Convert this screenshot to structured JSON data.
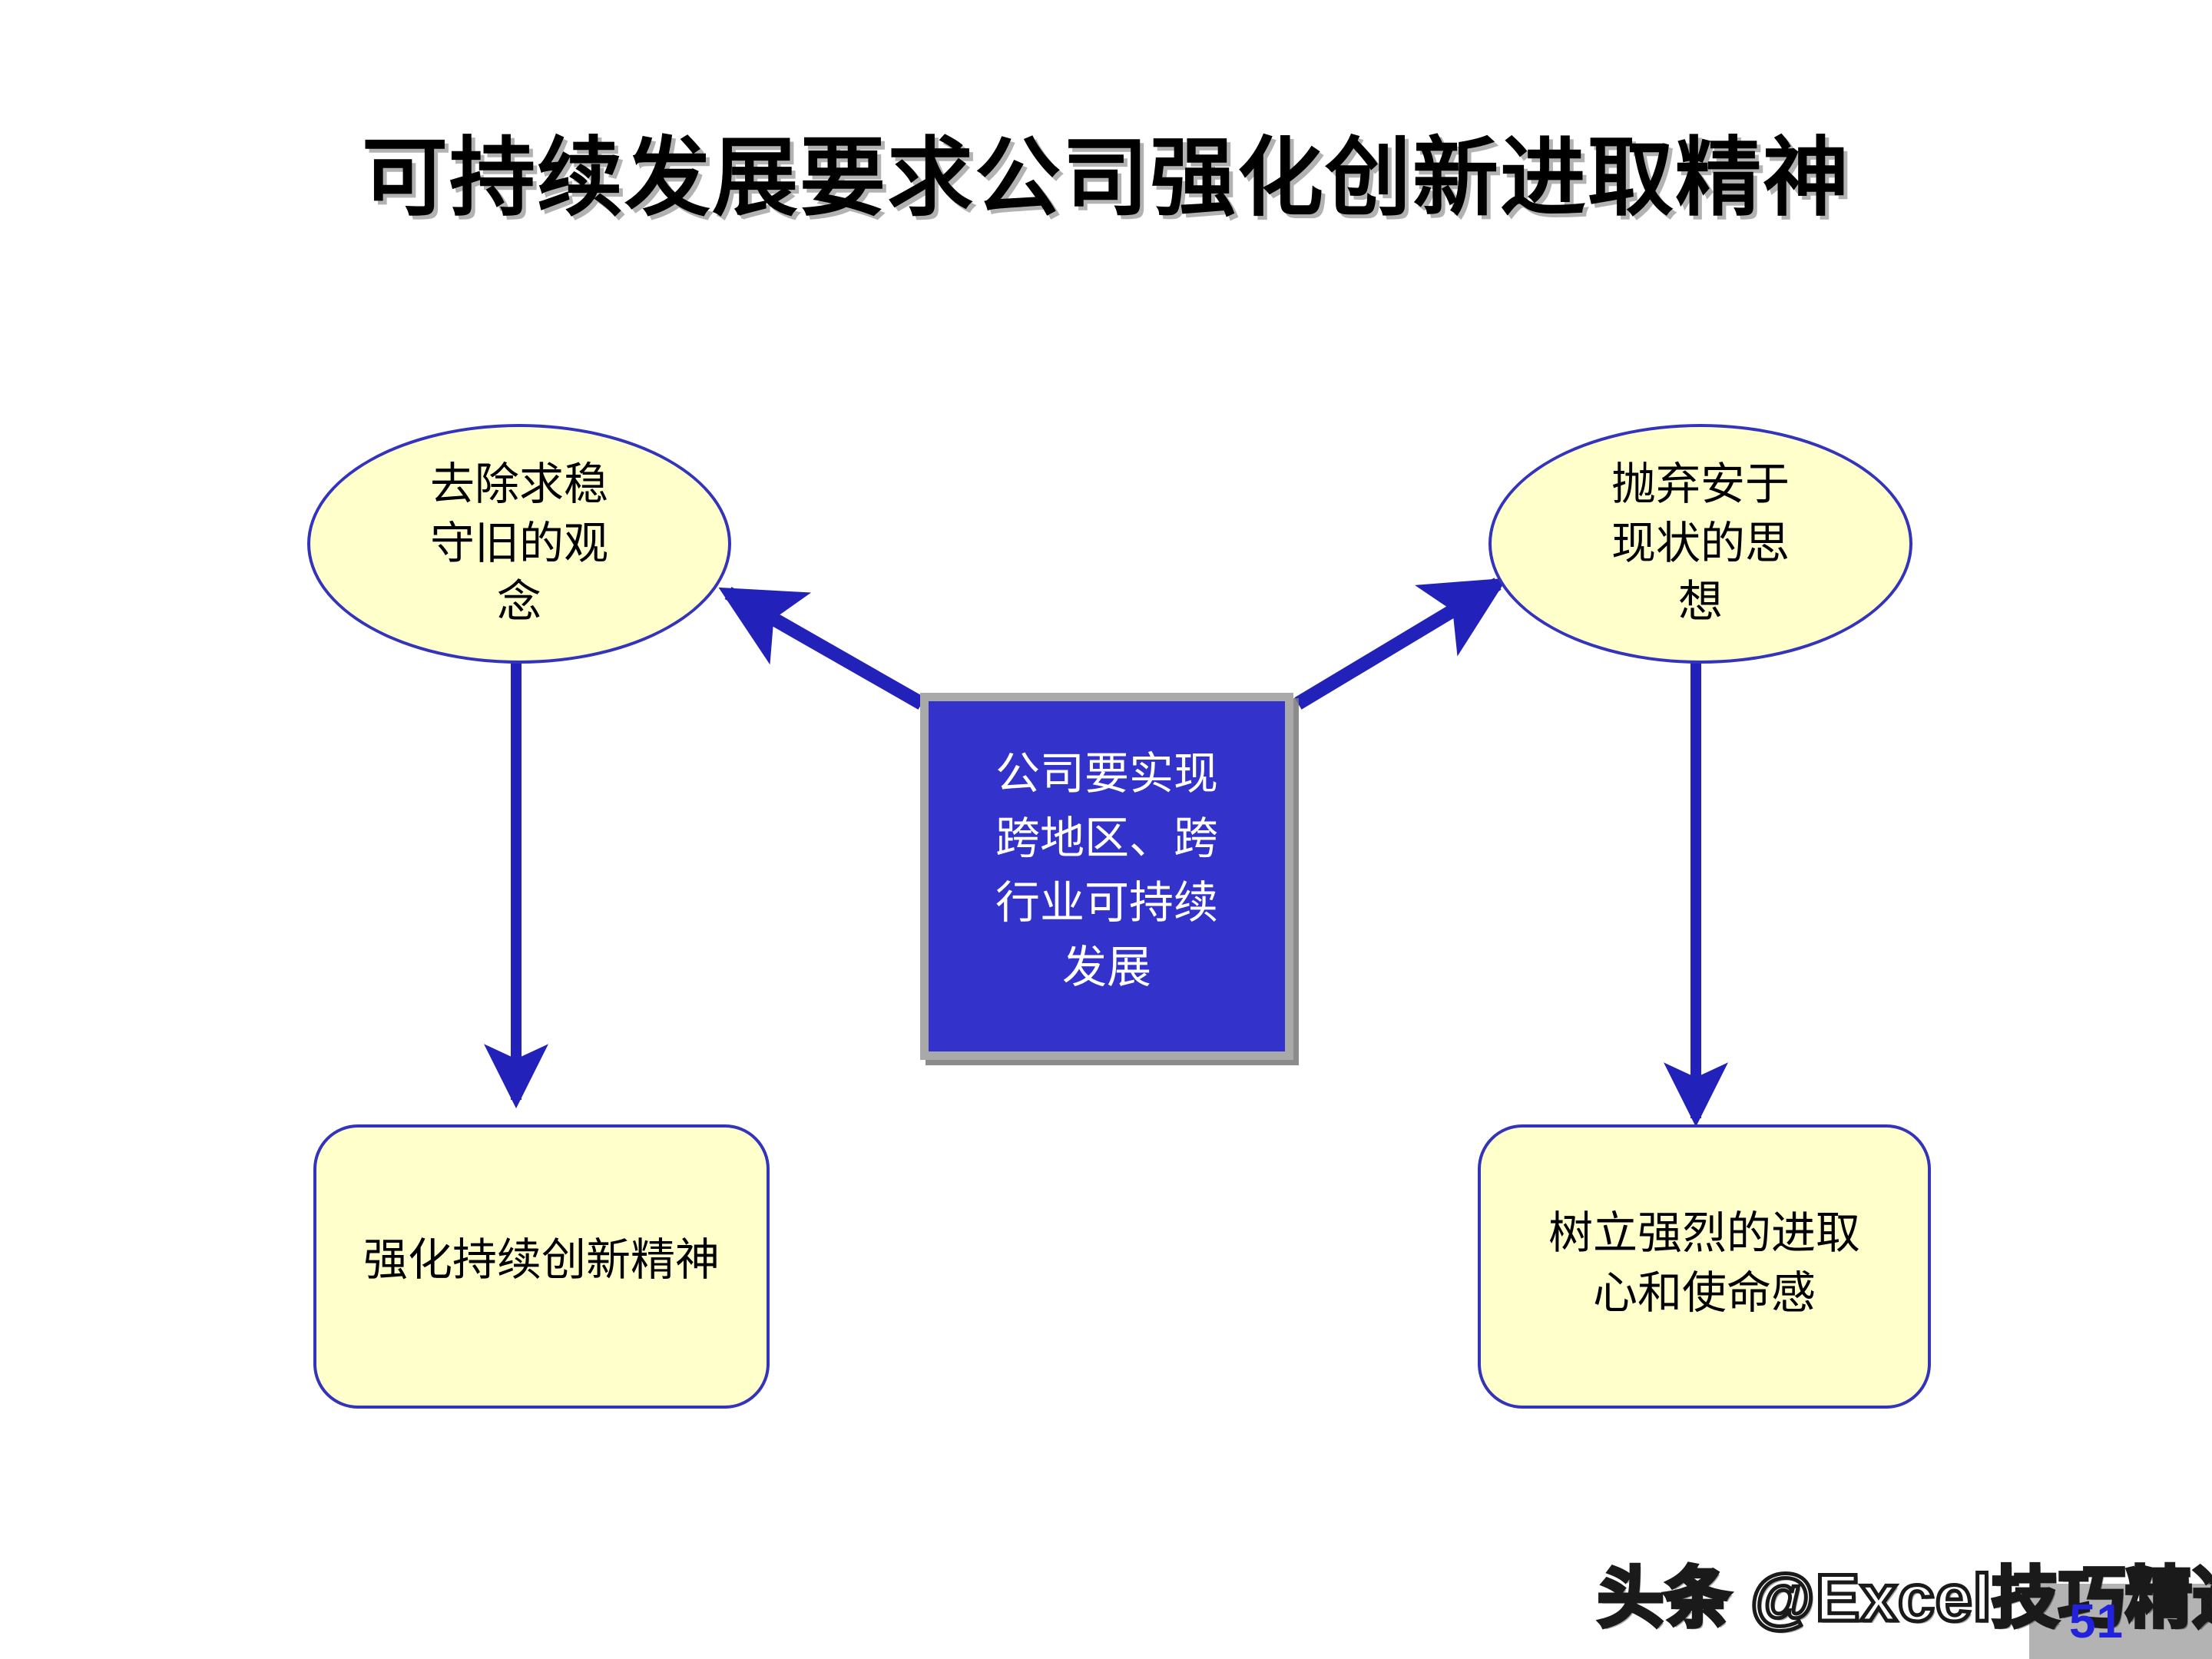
{
  "slide": {
    "title": "可持续发展要求公司强化创新进取精神",
    "page_number": "51",
    "watermark": "头条 @Excel技巧精选"
  },
  "colors": {
    "node_fill": "#FFFFCC",
    "node_border": "#3333BB",
    "center_fill": "#3333CC",
    "center_frame": "#A9A9A9",
    "center_text": "#FFFFFF",
    "arrow": "#2222BB",
    "title_text": "#000000",
    "page_number": "#2222DD",
    "corner_band": "#B3B3B3"
  },
  "nodes": {
    "center": {
      "label": "公司要实现\n跨地区、跨\n行业可持续\n发展",
      "shape": "rectangle"
    },
    "top_left": {
      "label": "去除求稳\n守旧的观\n念",
      "shape": "ellipse"
    },
    "top_right": {
      "label": "抛弃安于\n现状的思\n想",
      "shape": "ellipse"
    },
    "bottom_left": {
      "label": "强化持续创新精神",
      "shape": "rounded-rectangle"
    },
    "bottom_right": {
      "label": "树立强烈的进取\n心和使命感",
      "shape": "rounded-rectangle"
    }
  },
  "connectors": [
    {
      "name": "center-to-top-left",
      "from": "center",
      "to": "top_left",
      "style": "arrow-diagonal-up-left"
    },
    {
      "name": "center-to-top-right",
      "from": "center",
      "to": "top_right",
      "style": "arrow-diagonal-up-right"
    },
    {
      "name": "top-left-to-bottom-left",
      "from": "top_left",
      "to": "bottom_left",
      "style": "arrow-vertical-down"
    },
    {
      "name": "top-right-to-bottom-right",
      "from": "top_right",
      "to": "bottom_right",
      "style": "arrow-vertical-down"
    }
  ]
}
